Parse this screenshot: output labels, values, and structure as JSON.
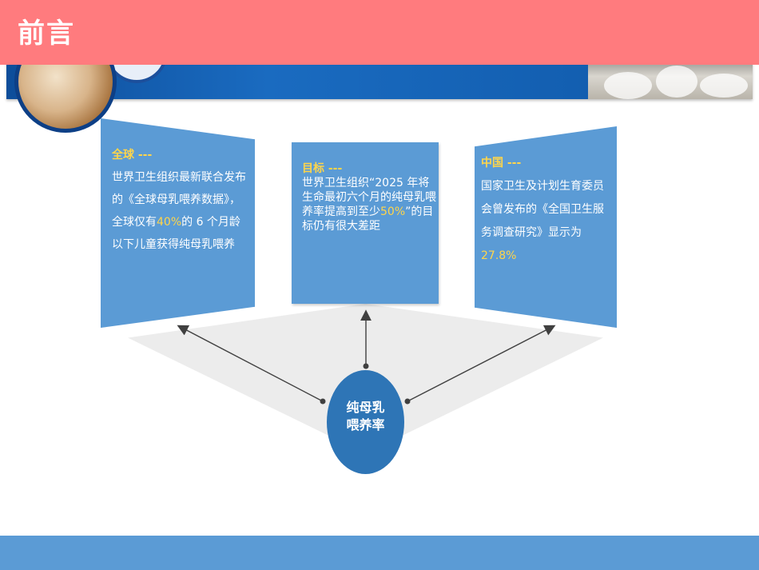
{
  "title": "前言",
  "colors": {
    "title_bar": "#ff7b7e",
    "panel": "#5b9bd5",
    "center": "#2e75b6",
    "highlight": "#ffd54a",
    "footer": "#5b9bd5"
  },
  "panels": {
    "global": {
      "label": "全球 ---",
      "text_pre": "世界卫生组织最新联合发布的《全球母乳喂养数据》，全球仅有",
      "value": "40%",
      "text_post": "的 6 个月龄以下儿童获得纯母乳喂养"
    },
    "target": {
      "label": "目标 ---",
      "text_pre": "世界卫生组织“2025 年将生命最初六个月的纯母乳喂养率提高到至少",
      "value": "50%",
      "text_post": "”的目标仍有很大差距"
    },
    "china": {
      "label": "中国 ---",
      "text_pre": "国家卫生及计划生育委员会曾发布的《全国卫生服务调查研究》显示为",
      "value": "27.8%",
      "text_post": ""
    }
  },
  "center": {
    "line1": "纯母乳",
    "line2": "喂养率"
  }
}
